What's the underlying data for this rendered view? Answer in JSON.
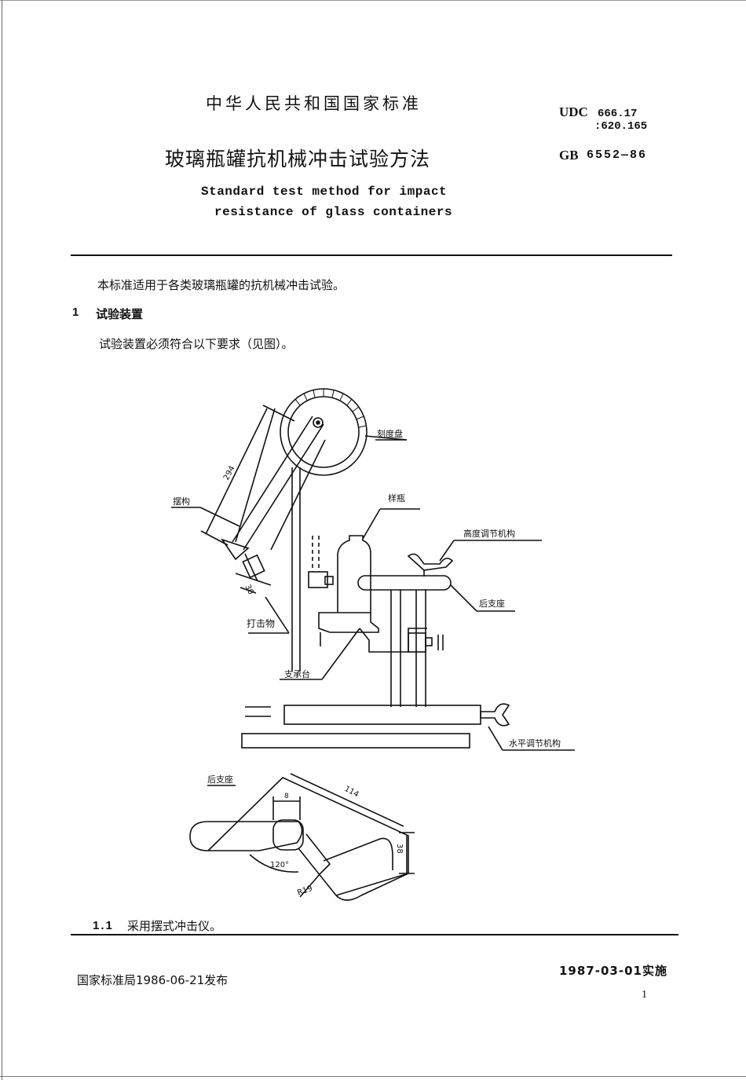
{
  "header": {
    "country_standard": "中华人民共和国国家标准",
    "title_cn": "玻璃瓶罐抗机械冲击试验方法",
    "title_en_line1": "Standard test method for impact",
    "title_en_line2": "resistance of glass containers",
    "udc_label": "UDC",
    "udc_line1": "666.17",
    "udc_line2": ":620.165",
    "gb_label": "GB",
    "gb_number": "6552—86"
  },
  "body": {
    "intro": "本标准适用于各类玻璃瓶罐的抗机械冲击试验。",
    "section1_number": "1",
    "section1_title": "试验装置",
    "section1_text": "试验装置必须符合以下要求（见图）。",
    "subsection_number": "1.1",
    "subsection_text": "采用摆式冲击仪。"
  },
  "figure": {
    "label_dial": "刻度盘",
    "label_pendulum": "摆构",
    "label_sample_bottle": "样瓶",
    "label_height_adjust": "高度调节机构",
    "label_rear_support": "后支座",
    "label_striker": "打击物",
    "label_support_table": "支承台",
    "label_level_adjust": "水平调节机构",
    "dim_294": "294",
    "dim_30": "30",
    "label_rear_support_detail": "后支座",
    "dim_8": "8",
    "dim_114": "114",
    "dim_38": "38",
    "dim_120": "120°",
    "dim_r19": "R19"
  },
  "footer": {
    "issued": "国家标准局1986-06-21发布",
    "effective": "1987-03-01实施",
    "page_number": "1"
  }
}
